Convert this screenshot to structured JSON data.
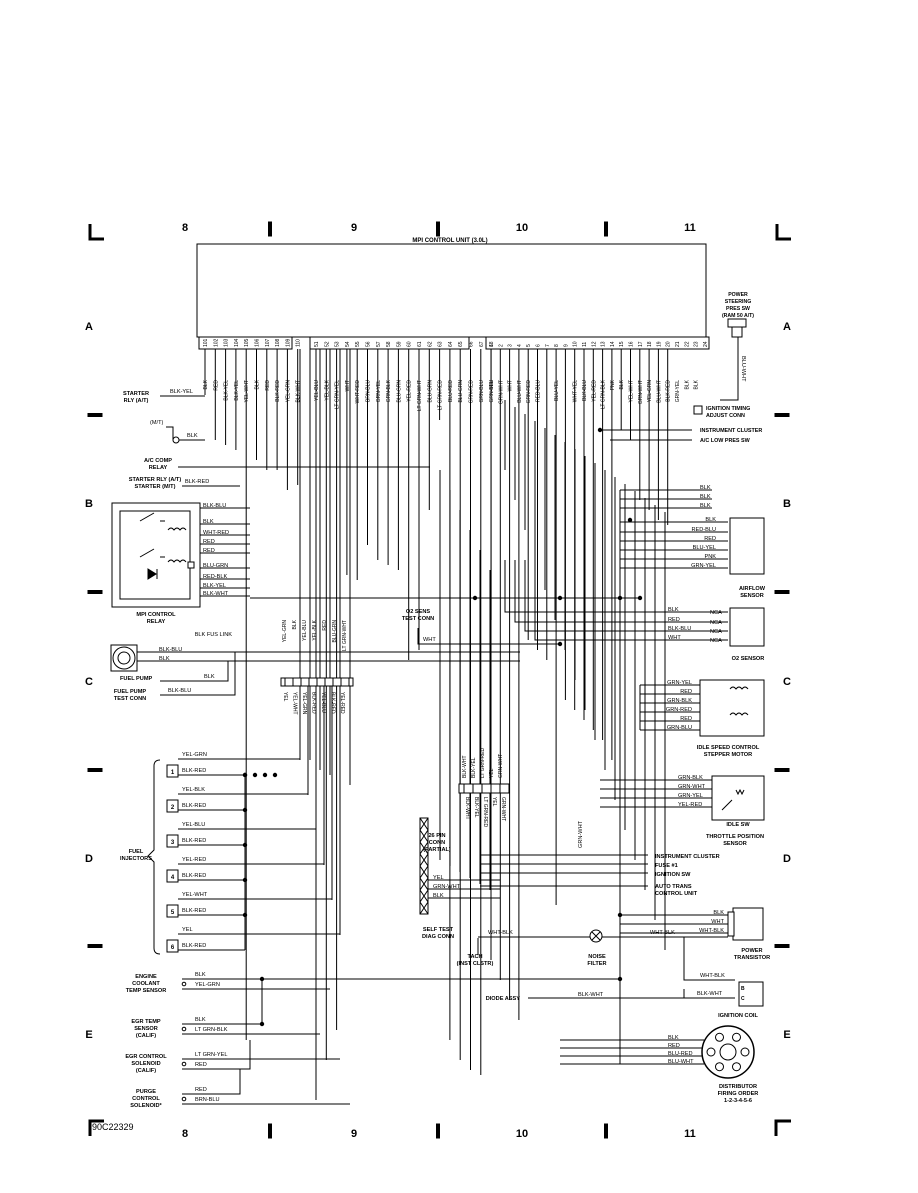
{
  "title": "MPI CONTROL UNIT (3.0L)",
  "drawing_number": "90C22329",
  "columns": [
    "8",
    "9",
    "10",
    "11"
  ],
  "rows": [
    "A",
    "B",
    "C",
    "D",
    "E"
  ],
  "colors": {
    "line": "#000000",
    "paper": "#ffffff"
  },
  "ecu_pins": [
    {
      "n": "101",
      "w": "BLK"
    },
    {
      "n": "102",
      "w": "RED"
    },
    {
      "n": "103",
      "w": "BLK-YEL"
    },
    {
      "n": "104",
      "w": "BLK-YEL"
    },
    {
      "n": "105",
      "w": "YEL-WHT"
    },
    {
      "n": "106",
      "w": "BLK"
    },
    {
      "n": "107",
      "w": "RED"
    },
    {
      "n": "108",
      "w": "BLK-RED"
    },
    {
      "n": "109",
      "w": "YEL-GRN"
    },
    {
      "n": "110",
      "w": "BLK-WHT"
    },
    {
      "n": "51",
      "w": "YEL-BLU"
    },
    {
      "n": "52",
      "w": "YEL-BLK"
    },
    {
      "n": "53",
      "w": "LT GRN-YEL"
    },
    {
      "n": "54",
      "w": "WHT"
    },
    {
      "n": "55",
      "w": "WHT-RED"
    },
    {
      "n": "56",
      "w": "BRN-BLU"
    },
    {
      "n": "57",
      "w": "GRN-YEL"
    },
    {
      "n": "58",
      "w": "GRN-BLK"
    },
    {
      "n": "59",
      "w": "BLU-GRN"
    },
    {
      "n": "60",
      "w": "YEL-RED"
    },
    {
      "n": "61",
      "w": "LT GRN-WHT"
    },
    {
      "n": "62",
      "w": "BLU-GRN"
    },
    {
      "n": "63",
      "w": "LT GRN-RED"
    },
    {
      "n": "64",
      "w": "BLU-RED"
    },
    {
      "n": "65",
      "w": "BLU-GRN"
    },
    {
      "n": "66",
      "w": "GRN-RED"
    },
    {
      "n": "67",
      "w": "GRN-BLU"
    },
    {
      "n": "68",
      "w": "GRN-BLU"
    },
    {
      "n": "1",
      "w": "YEL"
    },
    {
      "n": "2",
      "w": "GRN-WHT"
    },
    {
      "n": "3",
      "w": "WHT"
    },
    {
      "n": "4",
      "w": "BLU-WHT"
    },
    {
      "n": "5",
      "w": "GRN-RED"
    },
    {
      "n": "6",
      "w": "RED-BLU"
    },
    {
      "n": "7",
      "w": ""
    },
    {
      "n": "8",
      "w": "BLU-YEL"
    },
    {
      "n": "9",
      "w": ""
    },
    {
      "n": "10",
      "w": "WHT-YEL"
    },
    {
      "n": "11",
      "w": "BLK-BLU"
    },
    {
      "n": "12",
      "w": "YEL-RED"
    },
    {
      "n": "13",
      "w": "LT GRN-BLK"
    },
    {
      "n": "14",
      "w": "PNK"
    },
    {
      "n": "15",
      "w": "BLK"
    },
    {
      "n": "16",
      "w": "YEL-WHT"
    },
    {
      "n": "17",
      "w": "GRN-WHT"
    },
    {
      "n": "18",
      "w": "YEL-GRN"
    },
    {
      "n": "19",
      "w": "BLU-WHT"
    },
    {
      "n": "20",
      "w": "BLK-RED"
    },
    {
      "n": "21",
      "w": "GRN-YEL"
    },
    {
      "n": "22",
      "w": "BLK"
    },
    {
      "n": "23",
      "w": "BLK"
    },
    {
      "n": "24",
      "w": ""
    }
  ],
  "labels": {
    "ps_switch": [
      "POWER",
      "STEERING",
      "PRES SW",
      "(RAM 50 A/T)"
    ],
    "ps_wire": "BLU-WHT",
    "starter_rly_at": [
      "STARTER",
      "RLY (A/T)"
    ],
    "starter_wire": "BLK-YEL",
    "mt": "(M/T)",
    "mt_wire": "BLK",
    "ac_comp": [
      "A/C COMP",
      "RELAY"
    ],
    "starter_rly_mt": [
      "STARTER RLY (A/T)",
      "STARTER (M/T)"
    ],
    "starter_mt_wire": "BLK-RED",
    "relay_wires": [
      "BLK-BLU",
      "BLK",
      "WHT-RED",
      "RED",
      "RED",
      "BLU-GRN",
      "RED-BLK",
      "BLK-YEL",
      "BLK-WHT"
    ],
    "mpi_relay": [
      "MPI CONTROL",
      "RELAY"
    ],
    "fus_link": "BLK FUS LINK",
    "fuel_pump": "FUEL PUMP",
    "fuel_pump_wires": [
      "BLK-BLU",
      "BLK"
    ],
    "fuel_pump_gnd": "BLK",
    "fp_test": [
      "FUEL PUMP",
      "TEST CONN"
    ],
    "fp_test_wire": "BLK-BLU",
    "inj_conn_labels": [
      "YEL",
      "YEL-WHT",
      "YEL-GRN",
      "BLK-RED",
      "YEL-BLU",
      "BLK-RED",
      "YEL-RED"
    ],
    "vert_labels": [
      "YEL-GRN",
      "BLK",
      "YEL-BLU",
      "YEL-BLK",
      "RED",
      "BLU-GRN",
      "LT GRN-WHT"
    ],
    "fuel_injectors": [
      "FUEL",
      "INJECTORS"
    ],
    "injectors": [
      {
        "num": "1",
        "a": "YEL-GRN",
        "b": "BLK-RED"
      },
      {
        "num": "2",
        "a": "YEL-BLK",
        "b": "BLK-RED"
      },
      {
        "num": "3",
        "a": "YEL-BLU",
        "b": "BLK-RED"
      },
      {
        "num": "4",
        "a": "YEL-RED",
        "b": "BLK-RED"
      },
      {
        "num": "5",
        "a": "YEL-WHT",
        "b": "BLK-RED"
      },
      {
        "num": "6",
        "a": "YEL",
        "b": "BLK-RED"
      }
    ],
    "ect": [
      "ENGINE",
      "COOLANT",
      "TEMP SENSOR"
    ],
    "ect_wires": [
      "BLK",
      "YEL-GRN"
    ],
    "egr_temp": [
      "EGR TEMP",
      "SENSOR",
      "(CALIF)"
    ],
    "egr_temp_wires": [
      "BLK",
      "LT GRN-BLK"
    ],
    "egr_sol": [
      "EGR CONTROL",
      "SOLENOID",
      "(CALIF)"
    ],
    "egr_sol_wires": [
      "LT GRN-YEL",
      "RED"
    ],
    "purge": [
      "PURGE",
      "CONTROL",
      "SOLENOID*"
    ],
    "purge_wires": [
      "RED",
      "BRN-BLU"
    ],
    "ign_timing": [
      "IGNITION TIMING",
      "ADJUST CONN"
    ],
    "inst_cluster": "INSTRUMENT CLUSTER",
    "ac_low": "A/C LOW PRES SW",
    "b_blk": [
      "BLK",
      "BLK",
      "BLK"
    ],
    "airflow_wires": [
      "BLK",
      "RED-BLU",
      "RED",
      "BLU-YEL",
      "PNK",
      "GRN-YEL"
    ],
    "airflow": [
      "AIRFLOW",
      "SENSOR"
    ],
    "o2_test": [
      "O2 SENS",
      "TEST CONN"
    ],
    "o2_test_wire": "WHT",
    "o2_wires": [
      "BLK",
      "RED",
      "BLK-BLU",
      "WHT"
    ],
    "nca": [
      "NCA",
      "NCA",
      "NCA",
      "NCA"
    ],
    "o2_sensor": "O2 SENSOR",
    "isc_wires": [
      "GRN-YEL",
      "RED",
      "GRN-BLK",
      "GRN-RED",
      "RED",
      "GRN-BLU"
    ],
    "isc": [
      "IDLE SPEED CONTROL",
      "STEPPER MOTOR"
    ],
    "tps_wires": [
      "GRN-BLK",
      "GRN-WHT",
      "GRN-YEL",
      "YEL-RED"
    ],
    "idle_sw": "IDLE SW",
    "tps": [
      "THROTTLE POSITION",
      "SENSOR"
    ],
    "conn26": [
      "26 PIN",
      "CONN",
      "(PARTIAL)"
    ],
    "conn26_top": [
      "BLK-WHT",
      "BLK-YEL",
      "LT GRN-RED",
      "YEL",
      "GRN-WHT"
    ],
    "conn26_bottom": [
      "BLK-WHT",
      "BLK-YEL",
      "LT GRN-RED",
      "YEL",
      "GRN-WHT"
    ],
    "grn_wht": "GRN-WHT",
    "inst_cluster2": "INSTRUMENT CLUSTER",
    "fuse1": "FUSE #1",
    "ign_sw": "IGNITION SW",
    "auto_trans": [
      "AUTO TRANS",
      "CONTROL UNIT"
    ],
    "diag_wires": [
      "YEL",
      "GRN-WHT",
      "BLK"
    ],
    "self_test": [
      "SELF TEST",
      "DIAG CONN"
    ],
    "tach_wire": "WHT-BLK",
    "tach": [
      "TACH",
      "(INST CLSTR)"
    ],
    "noise_filter": [
      "NOISE",
      "FILTER"
    ],
    "noise_wire": "WHT-BLK",
    "power_tr_wires": [
      "BLK",
      "WHT",
      "WHT-BLK"
    ],
    "power_tr": [
      "POWER",
      "TRANSISTOR"
    ],
    "coil_wires": [
      "WHT-BLK",
      "BLK-WHT"
    ],
    "coil_marks": [
      "B",
      "C"
    ],
    "ign_coil": "IGNITION COIL",
    "diode": "DIODE ASSY",
    "diode_wire": "BLK-WHT",
    "dist_wires": [
      "BLK",
      "RED",
      "BLU-RED",
      "BLU-WHT"
    ],
    "distributor": [
      "DISTRIBUTOR",
      "FIRING ORDER",
      "1-2-3-4-5-6"
    ]
  }
}
